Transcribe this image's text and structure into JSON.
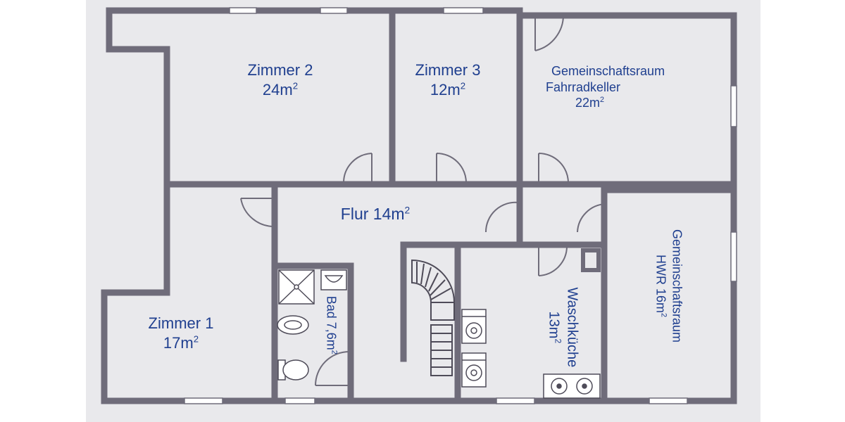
{
  "colors": {
    "background": "#ffffff",
    "paper": "#e9e9ec",
    "wall": "#6f6c7a",
    "window": "#ffffff",
    "door": "#6f6c7a",
    "label": "#1f3f8f"
  },
  "rooms": {
    "zimmer2": {
      "name": "Zimmer 2",
      "area": "24m",
      "unit_exp": "2"
    },
    "zimmer3": {
      "name": "Zimmer 3",
      "area": "12m",
      "unit_exp": "2"
    },
    "gemeinschaftsraum_keller": {
      "name": "Gemeinschaftsraum",
      "subname": "Fahrradkeller",
      "area": "22m",
      "unit_exp": "2"
    },
    "flur": {
      "name": "Flur 14m",
      "unit_exp": "2"
    },
    "zimmer1": {
      "name": "Zimmer 1",
      "area": "17m",
      "unit_exp": "2"
    },
    "bad": {
      "name": "Bad 7,6m",
      "unit_exp": "2"
    },
    "waschkueche": {
      "name": "Waschküche",
      "area": "13m",
      "unit_exp": "2"
    },
    "gemeinschaftsraum_hwr": {
      "name": "Gemeinschaftsraum",
      "subname": "HWR 16m",
      "unit_exp": "2"
    }
  },
  "icons": [
    "door-swing-icon",
    "window-icon",
    "shower-icon",
    "sink-icon",
    "bathtub-icon",
    "toilet-icon",
    "spiral-staircase-icon",
    "washing-machine-icon",
    "laundry-sink-icon"
  ]
}
